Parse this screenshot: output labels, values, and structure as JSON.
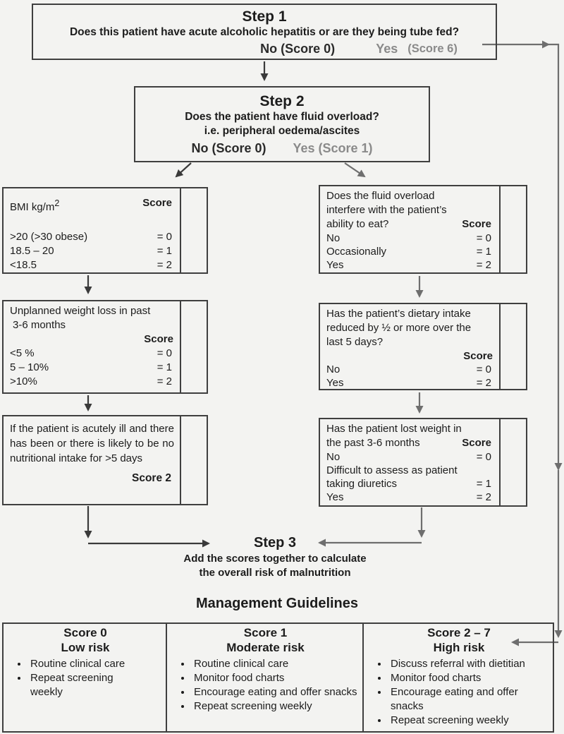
{
  "colors": {
    "background": "#f3f3f1",
    "text": "#1c1c1c",
    "gray_text": "#8a8a8a",
    "line_dark": "#3a3a3a",
    "line_gray": "#6e6e6e",
    "border": "#3f3f3f"
  },
  "step1": {
    "title": "Step 1",
    "question": "Does this patient have acute alcoholic hepatitis or are they being tube fed?",
    "no_label": "No (Score 0)",
    "yes_label": "Yes",
    "yes_score": "(Score 6)"
  },
  "step2": {
    "title": "Step 2",
    "question": "Does the patient have fluid overload?",
    "subquestion": "i.e. peripheral oedema/ascites",
    "no_label": "No (Score 0)",
    "yes_label": "Yes (Score 1)"
  },
  "left_boxes": [
    {
      "title": "BMI kg/m",
      "title_sup": "2",
      "score_header": "Score",
      "rows": [
        {
          "label": ">20 (>30 obese)",
          "value": "= 0"
        },
        {
          "label": "18.5 – 20",
          "value": "= 1"
        },
        {
          "label": "<18.5",
          "value": "= 2"
        }
      ]
    },
    {
      "title_line1": "Unplanned weight loss in past",
      "title_line2": "3-6 months",
      "score_header": "Score",
      "rows": [
        {
          "label": "<5  %",
          "value": "= 0"
        },
        {
          "label": "5 – 10%",
          "value": "= 1"
        },
        {
          "label": ">10%",
          "value": "= 2"
        }
      ]
    },
    {
      "body": "If the patient is acutely ill and there has been or there is likely to be no nutritional intake for >5 days",
      "score_label": "Score 2"
    }
  ],
  "right_boxes": [
    {
      "line1": "Does the fluid overload",
      "line2": "interfere with the patient’s",
      "line3": "ability to eat?",
      "score_header": "Score",
      "rows": [
        {
          "label": "No",
          "value": "= 0"
        },
        {
          "label": "Occasionally",
          "value": "= 1"
        },
        {
          "label": "Yes",
          "value": "= 2"
        }
      ]
    },
    {
      "line1": "Has the patient’s dietary intake",
      "line2": "reduced by ½ or more over the",
      "line3": "last 5 days?",
      "score_header": "Score",
      "rows": [
        {
          "label": "No",
          "value": "= 0"
        },
        {
          "label": "Yes",
          "value": "= 2"
        }
      ]
    },
    {
      "line1": "Has the patient lost  weight in",
      "line2": "the past 3-6 months",
      "score_header": "Score",
      "rows": [
        {
          "label": "No",
          "value": "= 0"
        },
        {
          "label": "Difficult to assess as patient",
          "value": ""
        },
        {
          "label": "taking diuretics",
          "value": "= 1"
        },
        {
          "label": "Yes",
          "value": "= 2"
        }
      ]
    }
  ],
  "step3": {
    "title": "Step 3",
    "line1": "Add the scores together to calculate",
    "line2": "the overall risk of malnutrition"
  },
  "management": {
    "title": "Management Guidelines",
    "columns": [
      {
        "score": "Score 0",
        "risk": "Low risk",
        "bullets": [
          "Routine clinical care",
          "Repeat screening weekly"
        ]
      },
      {
        "score": "Score 1",
        "risk": "Moderate risk",
        "bullets": [
          "Routine clinical care",
          "Monitor food charts",
          "Encourage eating and offer snacks",
          "Repeat screening weekly"
        ]
      },
      {
        "score": "Score 2 – 7",
        "risk": "High risk",
        "bullets": [
          "Discuss referral with dietitian",
          "Monitor food charts",
          "Encourage eating and offer snacks",
          "Repeat screening weekly"
        ]
      }
    ]
  }
}
